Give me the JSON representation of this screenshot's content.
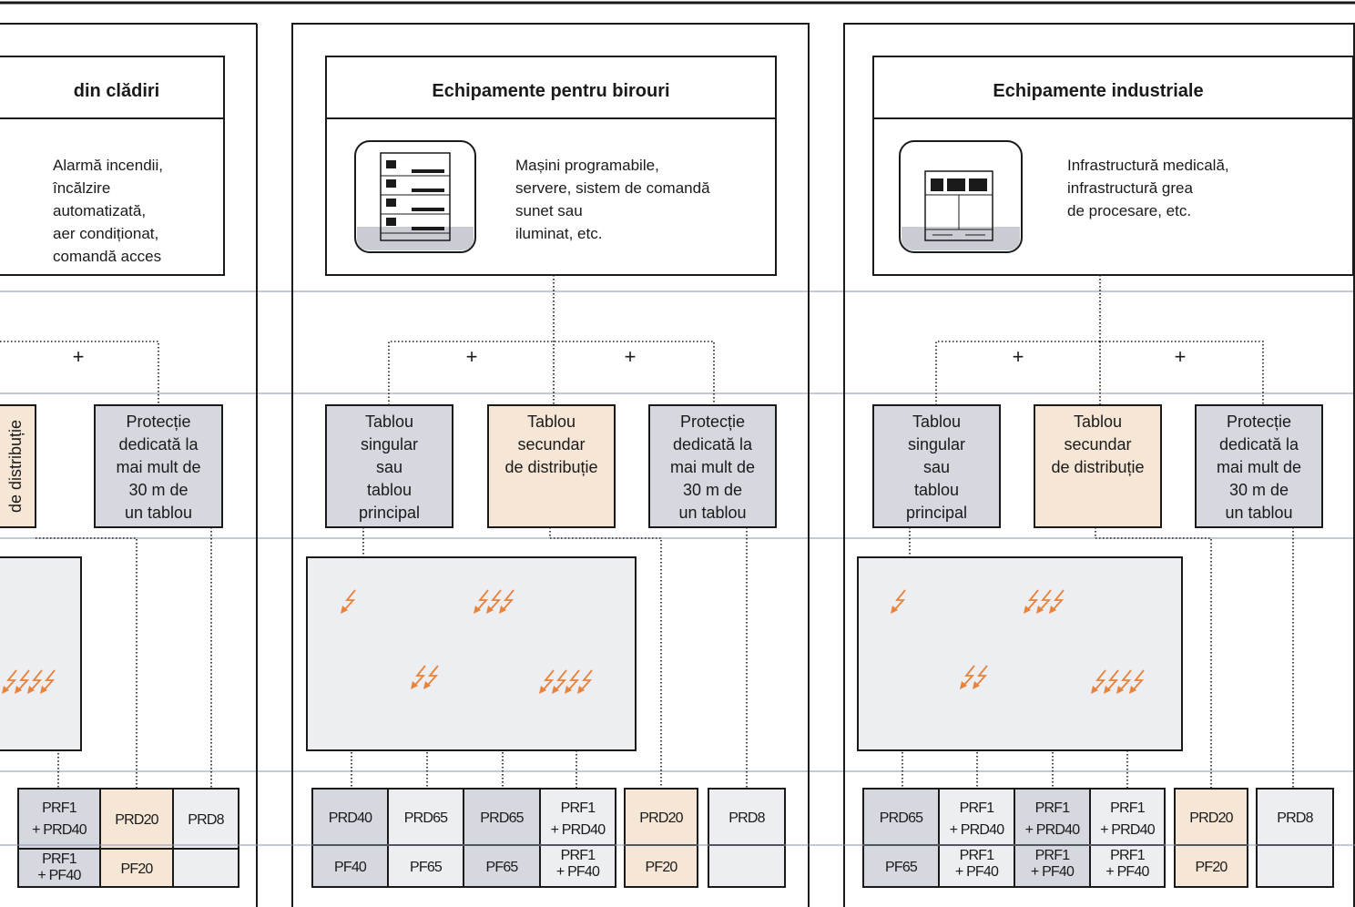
{
  "panels": [
    {
      "id": "left",
      "title": "din clădiri",
      "description": [
        "Alarmă incendii,",
        "încălzire",
        "automatizată,",
        "aer condiționat,",
        "comandă acces"
      ],
      "boxes": [
        {
          "lines": [
            "de distribuție"
          ],
          "kind": "secondary"
        },
        {
          "lines": [
            "Protecție",
            "dedicată la",
            "mai mult de",
            "30 m de",
            "un tablou"
          ],
          "kind": "dedicated"
        }
      ],
      "plus_signs": [
        "+"
      ],
      "top_row": [
        [
          "PRF1",
          "+ PRD40"
        ],
        [
          "PRD20"
        ],
        [
          "PRD8"
        ]
      ],
      "bottom_row": [
        [
          "PRF1",
          "+ PF40"
        ],
        [
          "PF20"
        ],
        [
          ""
        ]
      ]
    },
    {
      "id": "middle",
      "title": "Echipamente pentru birouri",
      "description": [
        "Mașini programabile,",
        "servere, sistem de comandă",
        "sunet sau",
        "iluminat, etc."
      ],
      "boxes": [
        {
          "lines": [
            "Tablou",
            "singular",
            "sau",
            "tablou",
            "principal"
          ],
          "kind": "main"
        },
        {
          "lines": [
            "Tablou",
            "secundar",
            "de distribuție"
          ],
          "kind": "secondary"
        },
        {
          "lines": [
            "Protecție",
            "dedicată la",
            "mai mult de",
            "30 m de",
            "un tablou"
          ],
          "kind": "dedicated"
        }
      ],
      "plus_signs": [
        "+",
        "+"
      ],
      "top_row": [
        [
          "PRD40"
        ],
        [
          "PRD65"
        ],
        [
          "PRD65"
        ],
        [
          "PRF1",
          "+ PRD40"
        ],
        [
          "PRD20"
        ],
        [
          "PRD8"
        ]
      ],
      "bottom_row": [
        [
          "PF40"
        ],
        [
          "PF65"
        ],
        [
          "PF65"
        ],
        [
          "PRF1",
          "+ PF40"
        ],
        [
          "PF20"
        ],
        [
          ""
        ]
      ]
    },
    {
      "id": "right",
      "title": "Echipamente industriale",
      "description": [
        "Infrastructură medicală,",
        "infrastructură grea",
        "de procesare, etc."
      ],
      "boxes": [
        {
          "lines": [
            "Tablou",
            "singular",
            "sau",
            "tablou",
            "principal"
          ],
          "kind": "main"
        },
        {
          "lines": [
            "Tablou",
            "secundar",
            "de distribuție"
          ],
          "kind": "secondary"
        },
        {
          "lines": [
            "Protecție",
            "dedicată la",
            "mai mult de",
            "30 m de",
            "un tablou"
          ],
          "kind": "dedicated"
        }
      ],
      "plus_signs": [
        "+",
        "+"
      ],
      "top_row": [
        [
          "PRD65"
        ],
        [
          "PRF1",
          "+ PRD40"
        ],
        [
          "PRF1",
          "+ PRD40"
        ],
        [
          "PRF1",
          "+ PRD40"
        ],
        [
          "PRD20"
        ],
        [
          "PRD8"
        ]
      ],
      "bottom_row": [
        [
          "PF65"
        ],
        [
          "PRF1",
          "+ PF40"
        ],
        [
          "PRF1",
          "+ PF40"
        ],
        [
          "PRF1",
          "+ PF40"
        ],
        [
          "PF20"
        ],
        [
          ""
        ]
      ]
    }
  ],
  "colors": {
    "frame": "#1a1a1a",
    "gray_box": "#d5d8de",
    "secondary_box": "#f6e6d6",
    "light_cell": "#eceef1",
    "zone_fill": "#eceef1",
    "divider": "#8a96aa",
    "lightning": "#e8823a",
    "icon_fill": "#c9ccd3"
  }
}
